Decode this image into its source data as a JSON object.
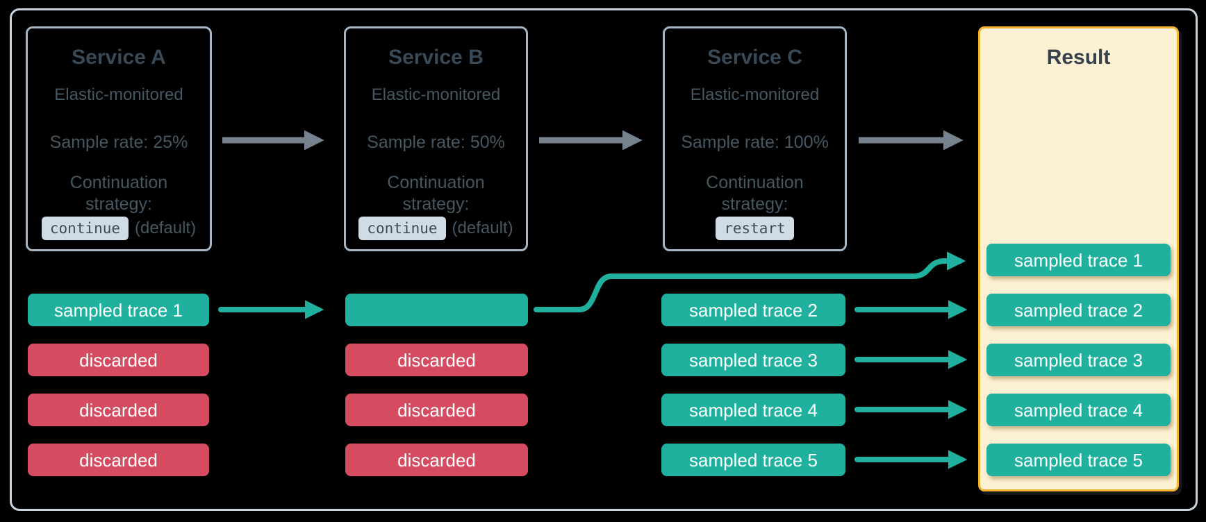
{
  "services": [
    {
      "title": "Service A",
      "monitored": "Elastic-monitored",
      "sample_rate": "Sample rate: 25%",
      "strategy_line1": "Continuation",
      "strategy_line2": "strategy:",
      "strategy_chip": "continue",
      "chip_suffix": "(default)"
    },
    {
      "title": "Service B",
      "monitored": "Elastic-monitored",
      "sample_rate": "Sample rate: 50%",
      "strategy_line1": "Continuation",
      "strategy_line2": "strategy:",
      "strategy_chip": "continue",
      "chip_suffix": "(default)"
    },
    {
      "title": "Service C",
      "monitored": "Elastic-monitored",
      "sample_rate": "Sample rate: 100%",
      "strategy_line1": "Continuation",
      "strategy_line2": "strategy:",
      "strategy_chip": "restart",
      "chip_suffix": ""
    }
  ],
  "result": {
    "title": "Result",
    "pills": [
      {
        "label": "sampled trace 1",
        "type": "sampled"
      },
      {
        "label": "sampled trace 2",
        "type": "sampled"
      },
      {
        "label": "sampled trace 3",
        "type": "sampled"
      },
      {
        "label": "sampled trace 4",
        "type": "sampled"
      },
      {
        "label": "sampled trace 5",
        "type": "sampled"
      }
    ]
  },
  "columns": {
    "a": {
      "pills": [
        {
          "label": "sampled trace 1",
          "type": "sampled"
        },
        {
          "label": "discarded",
          "type": "discarded"
        },
        {
          "label": "discarded",
          "type": "discarded"
        },
        {
          "label": "discarded",
          "type": "discarded"
        }
      ]
    },
    "b": {
      "pills": [
        {
          "label": "",
          "type": "sampled"
        },
        {
          "label": "discarded",
          "type": "discarded"
        },
        {
          "label": "discarded",
          "type": "discarded"
        },
        {
          "label": "discarded",
          "type": "discarded"
        }
      ]
    },
    "c": {
      "pills": [
        {
          "label": "sampled trace 2",
          "type": "sampled"
        },
        {
          "label": "sampled trace 3",
          "type": "sampled"
        },
        {
          "label": "sampled trace 4",
          "type": "sampled"
        },
        {
          "label": "sampled trace 5",
          "type": "sampled"
        }
      ]
    }
  },
  "colors": {
    "background": "#000000",
    "frame_border": "#c9d3de",
    "service_box_border": "#a6b5c4",
    "title_text": "#3a4956",
    "body_text": "#475761",
    "chip_background": "#d0dbe6",
    "sampled_teal": "#1fb09e",
    "discarded_red": "#d54b60",
    "result_background": "#fcf1d3",
    "result_border": "#f3b42b",
    "service_arrow_gray": "#76838f",
    "pill_text": "#ffffff"
  }
}
